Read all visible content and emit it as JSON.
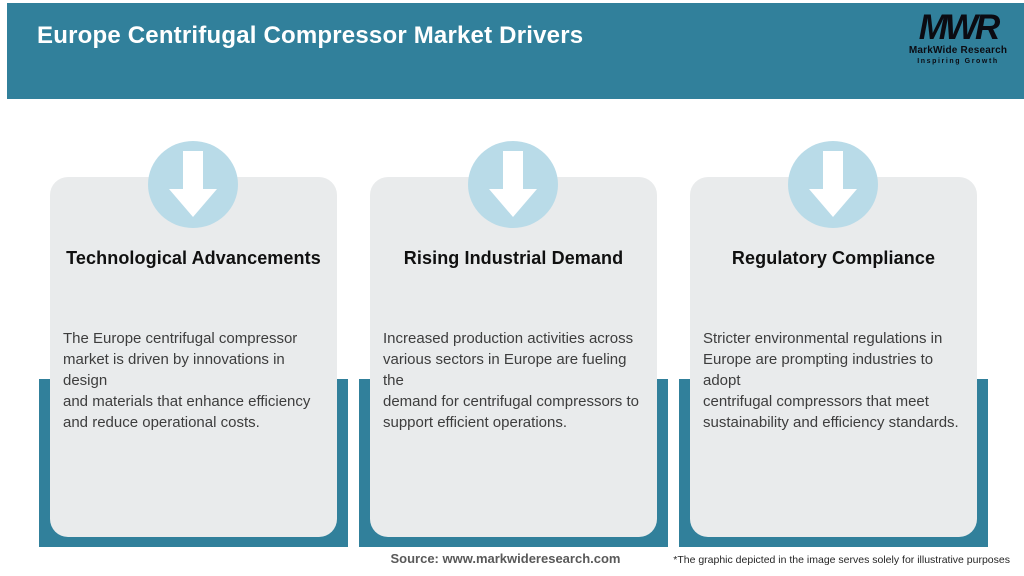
{
  "header": {
    "title": "Europe Centrifugal Compressor Market Drivers",
    "logo": {
      "monogram": "MWR",
      "name": "MarkWide Research",
      "tagline": "Inspiring Growth"
    }
  },
  "cards": [
    {
      "title": "Technological Advancements",
      "icon": "down-arrow-icon",
      "lines": [
        "The Europe centrifugal compressor",
        "market is driven by innovations in design",
        "and materials that enhance efficiency",
        "and reduce operational costs."
      ]
    },
    {
      "title": "Rising Industrial Demand",
      "icon": "down-arrow-icon",
      "lines": [
        "Increased production activities across",
        "various sectors in Europe are fueling the",
        "demand for centrifugal compressors to",
        "support efficient operations."
      ]
    },
    {
      "title": "Regulatory Compliance",
      "icon": "down-arrow-icon",
      "lines": [
        "Stricter environmental regulations in",
        "Europe are prompting industries to adopt",
        "centrifugal compressors that meet",
        "sustainability and efficiency standards."
      ]
    }
  ],
  "footer": {
    "source": "Source: www.markwideresearch.com",
    "disclaimer": "*The graphic depicted in the image serves solely for illustrative purposes"
  },
  "colors": {
    "accent_teal": "#31809b",
    "circle_blue": "#b9dbe8",
    "card_background": "#e9ebec",
    "title_text": "#101010",
    "body_text": "#3d3d3d",
    "header_text": "#ffffff",
    "source_text": "#595959"
  }
}
